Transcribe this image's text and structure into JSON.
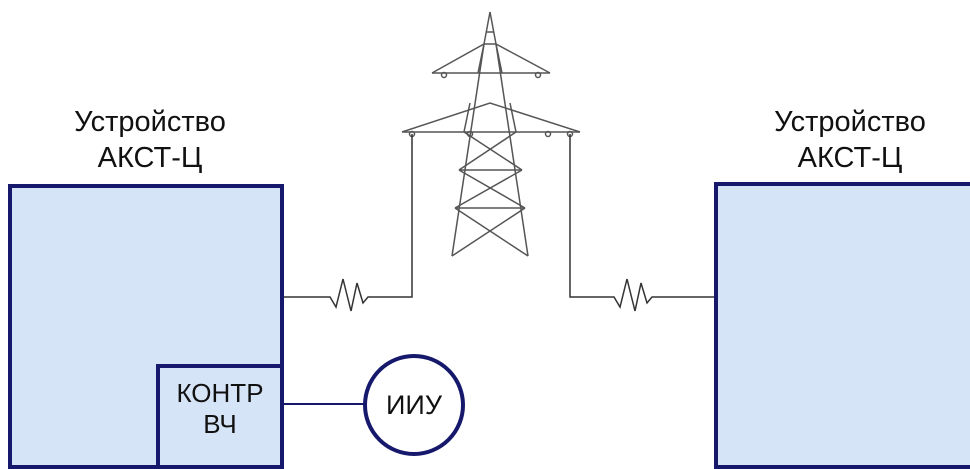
{
  "devices": {
    "left": {
      "label_line1": "Устройство",
      "label_line2": "АКСТ-Ц"
    },
    "right": {
      "label_line1": "Устройство",
      "label_line2": "АКСТ-Ц"
    }
  },
  "kontr": {
    "line1": "КОНТР",
    "line2": "ВЧ"
  },
  "iiu": {
    "label": "ИИУ"
  },
  "colors": {
    "box_fill": "#d6e4f7",
    "box_border": "#16186b",
    "line": "#333333",
    "tower": "#555555"
  }
}
